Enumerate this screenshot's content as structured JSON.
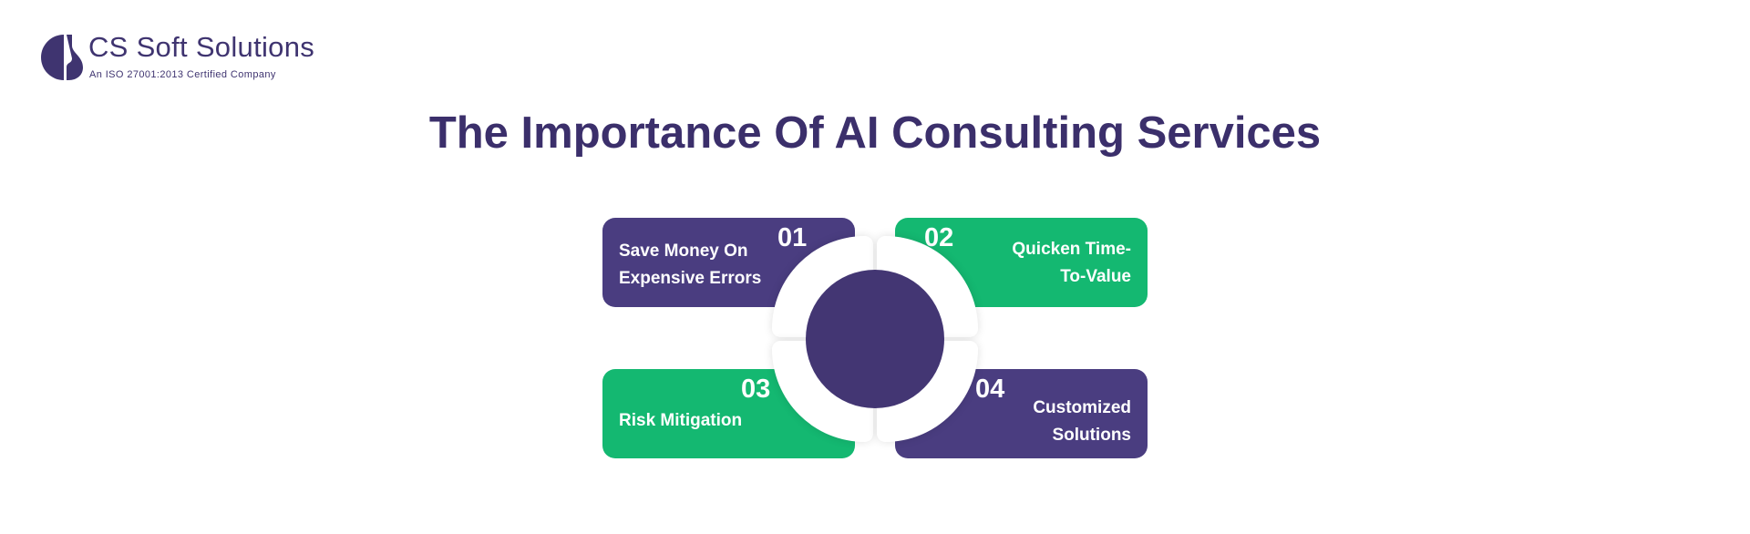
{
  "logo": {
    "name": "CS Soft Solutions",
    "tagline": "An ISO 27001:2013 Certified Company"
  },
  "title": "The Importance Of AI Consulting Services",
  "colors": {
    "purple": "#4a3d80",
    "green": "#14b871",
    "center": "#433673",
    "title": "#3b2f6b"
  },
  "items": [
    {
      "number": "01",
      "label_line1": "Save Money On",
      "label_line2": "Expensive Errors"
    },
    {
      "number": "02",
      "label_line1": "Quicken Time-",
      "label_line2": "To-Value"
    },
    {
      "number": "03",
      "label_line1": "Risk Mitigation",
      "label_line2": ""
    },
    {
      "number": "04",
      "label_line1": "Customized",
      "label_line2": "Solutions"
    }
  ]
}
